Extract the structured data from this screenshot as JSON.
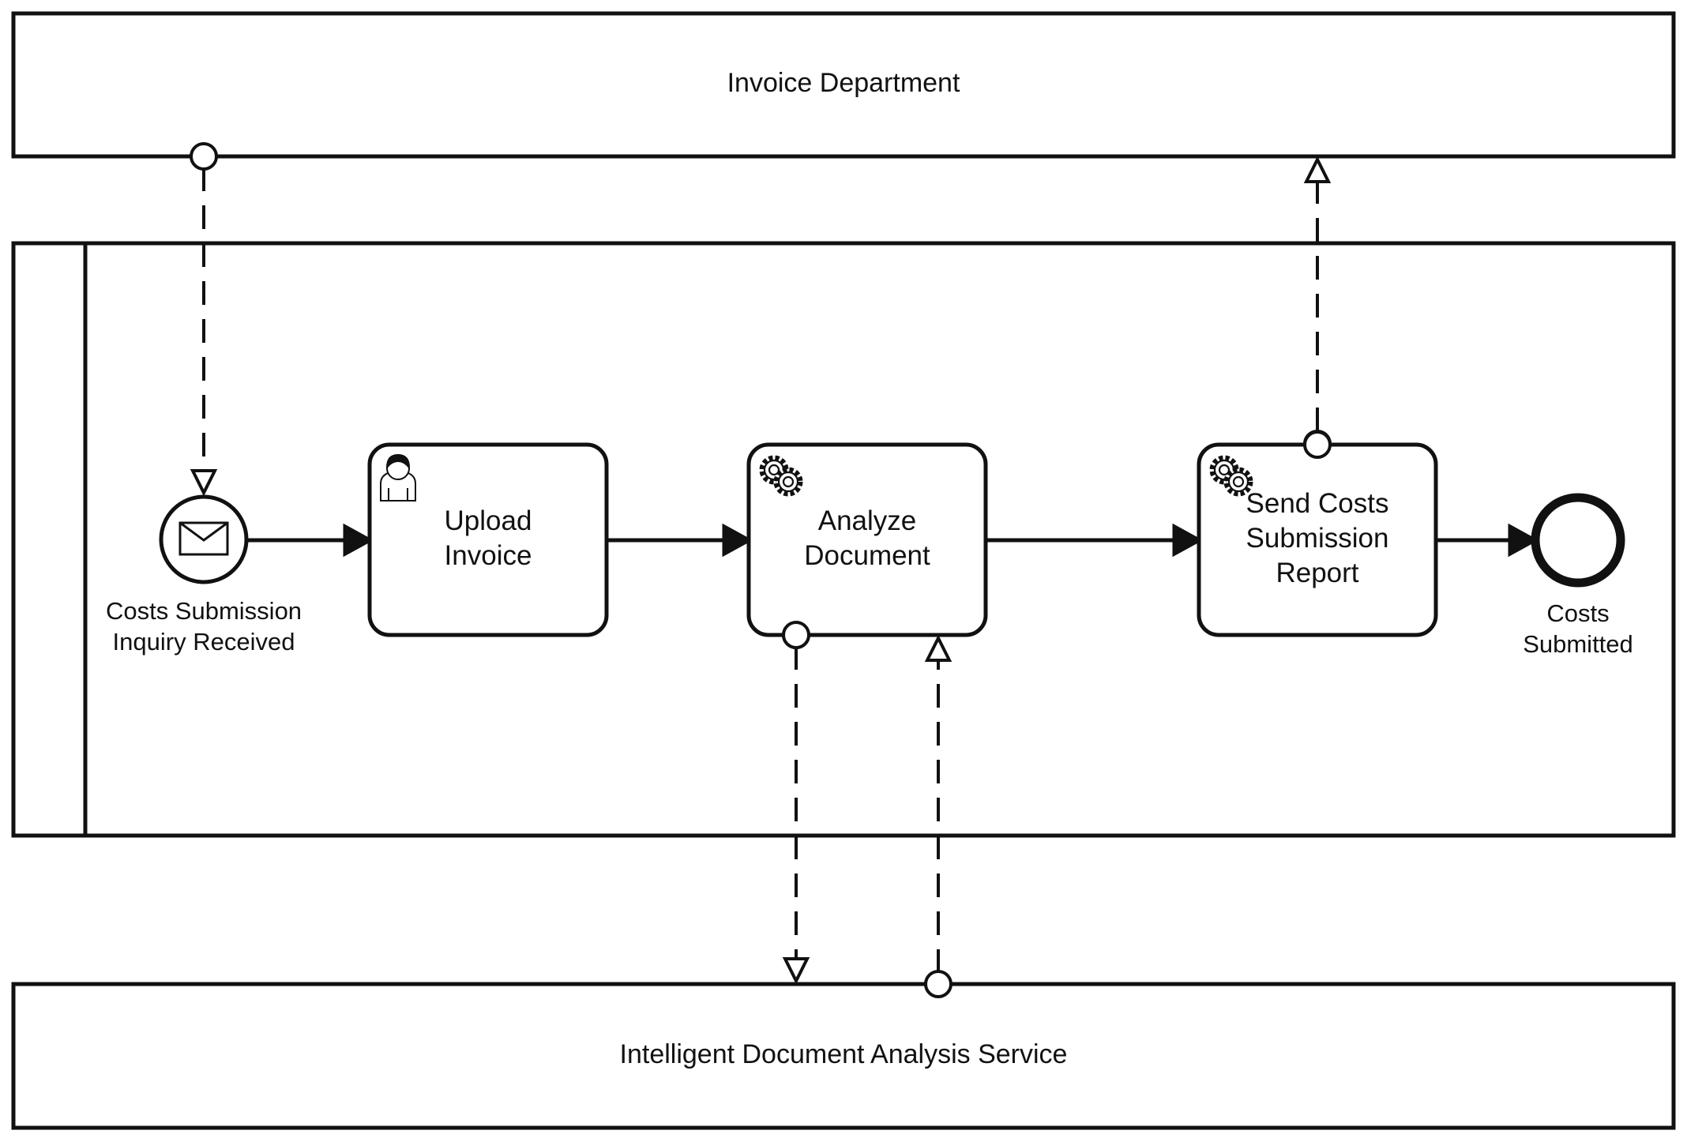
{
  "pools": {
    "top": {
      "label": "Invoice Department"
    },
    "bottom": {
      "label": "Intelligent Document Analysis Service"
    },
    "main": {
      "label": ""
    }
  },
  "events": {
    "start": {
      "label": "Costs Submission Inquiry Received",
      "icon": "envelope-icon"
    },
    "end": {
      "label": "Costs Submitted"
    }
  },
  "tasks": {
    "upload": {
      "label": "Upload Invoice",
      "icon": "user-icon"
    },
    "analyze": {
      "label": "Analyze Document",
      "icon": "gears-icon"
    },
    "send": {
      "label": "Send Costs Submission Report",
      "icon": "gears-icon"
    }
  },
  "colors": {
    "stroke": "#111111",
    "background": "#ffffff"
  }
}
